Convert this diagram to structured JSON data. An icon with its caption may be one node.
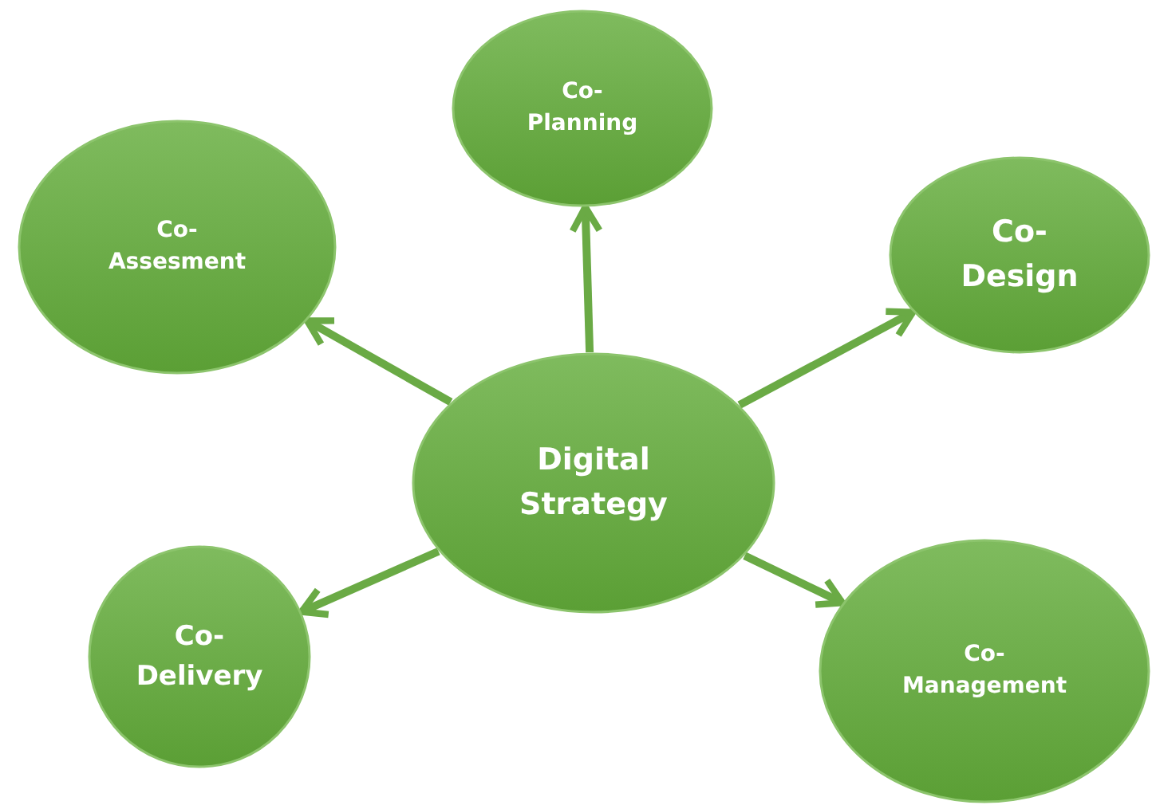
{
  "diagram": {
    "nodes": [
      {
        "text": [
          "Digital Strategy"
        ]
      },
      {
        "text": [
          "Co- Planning"
        ]
      },
      {
        "text": [
          "Co- Assesment"
        ]
      },
      {
        "text": [
          "Co- Design"
        ]
      },
      {
        "text": [
          "Co- Delivery"
        ]
      },
      {
        "text": [
          "Co- Management"
        ]
      }
    ],
    "edges": [
      {
        "from": 0,
        "to": 1,
        "arrow": "to"
      },
      {
        "from": 0,
        "to": 2,
        "arrow": "to"
      },
      {
        "from": 0,
        "to": 3,
        "arrow": "to"
      },
      {
        "from": 0,
        "to": 4,
        "arrow": "to"
      },
      {
        "from": 0,
        "to": 5,
        "arrow": "to"
      }
    ]
  }
}
